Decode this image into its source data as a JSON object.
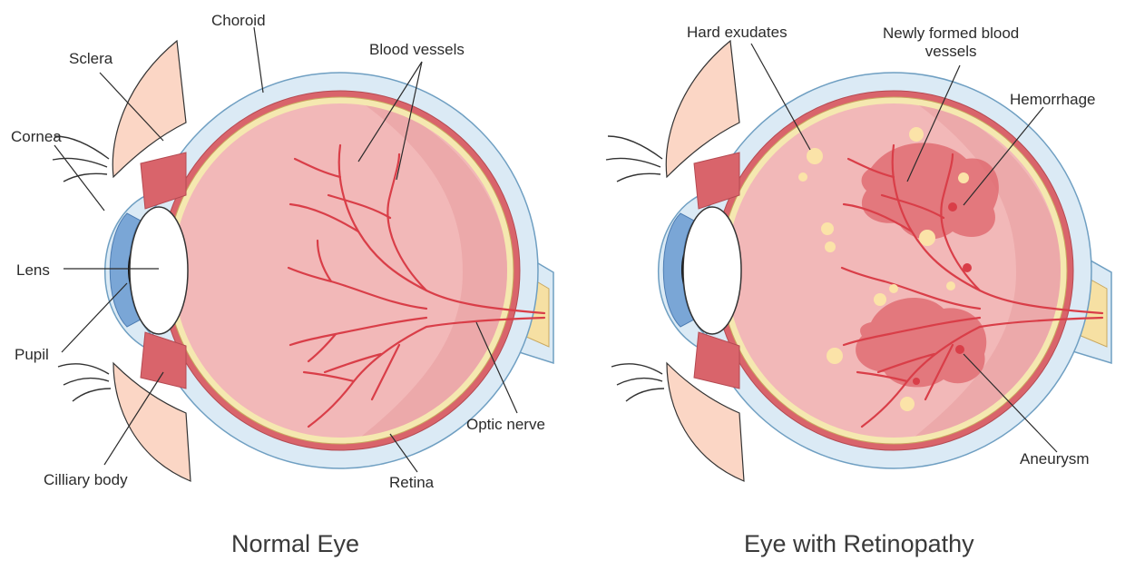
{
  "colors": {
    "sclera": "#dbeaf5",
    "sclera_edge": "#6f9fc2",
    "choroid": "#d9646b",
    "retina_band": "#f5e8b0",
    "interior": "#f2b8b8",
    "interior_dark": "#e79d9f",
    "vessel": "#d93e48",
    "hemorrhage": "#e06c72",
    "exudate": "#fbe3a8",
    "iris": "#7aa6d6",
    "skin": "#fbd6c5",
    "nerve": "#f6e0a3"
  },
  "normal_eye": {
    "caption": "Normal Eye",
    "labels": {
      "choroid": "Choroid",
      "sclera": "Sclera",
      "blood_vessels": "Blood vessels",
      "cornea": "Cornea",
      "lens": "Lens",
      "pupil": "Pupil",
      "ciliary_body": "Cilliary body",
      "retina": "Retina",
      "optic_nerve": "Optic nerve"
    }
  },
  "retinopathy_eye": {
    "caption": "Eye with Retinopathy",
    "labels": {
      "hard_exudates": "Hard exudates",
      "new_vessels": "Newly formed blood\nvessels",
      "hemorrhage": "Hemorrhage",
      "aneurysm": "Aneurysm"
    }
  }
}
